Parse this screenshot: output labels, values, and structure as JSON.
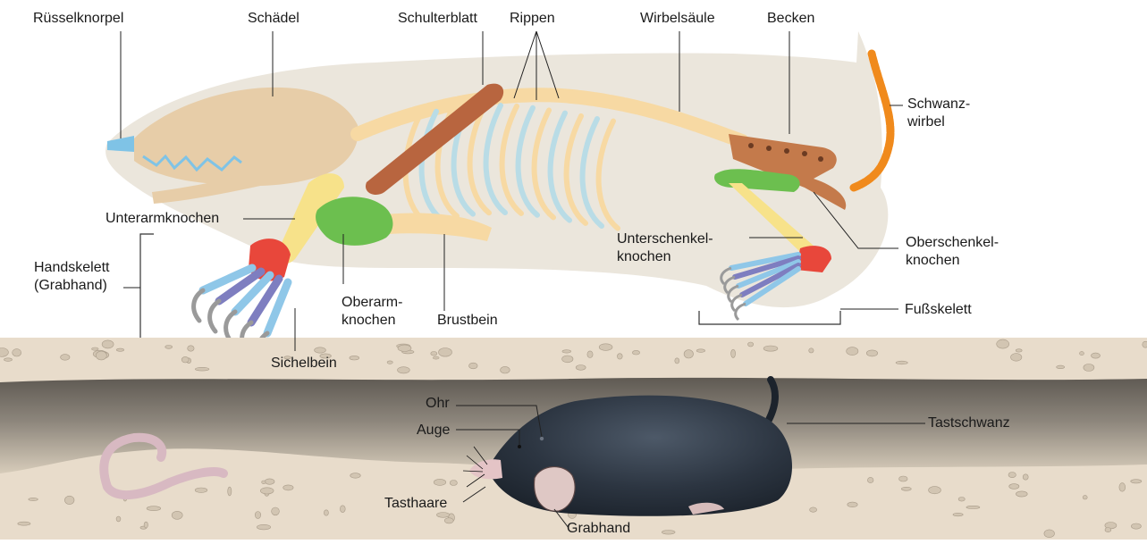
{
  "labels": {
    "ruesselknorpel": "Rüsselknorpel",
    "schaedel": "Schädel",
    "schulterblatt": "Schulterblatt",
    "rippen": "Rippen",
    "wirbelsaeule": "Wirbelsäule",
    "becken": "Becken",
    "schwanzwirbel_1": "Schwanz-",
    "schwanzwirbel_2": "wirbel",
    "unterarmknochen": "Unterarmknochen",
    "handskelett_1": "Handskelett",
    "handskelett_2": "(Grabhand)",
    "oberarm_1": "Oberarm-",
    "oberarm_2": "knochen",
    "brustbein": "Brustbein",
    "sichelbein": "Sichelbein",
    "unterschenkel_1": "Unterschenkel-",
    "unterschenkel_2": "knochen",
    "oberschenkel_1": "Oberschenkel-",
    "oberschenkel_2": "knochen",
    "fussskelett": "Fußskelett",
    "ohr": "Ohr",
    "auge": "Auge",
    "tasthaare": "Tasthaare",
    "grabhand": "Grabhand",
    "tastschwanz": "Tastschwanz"
  },
  "colors": {
    "body_silhouette": "#ebe6dc",
    "skull": "#e7cda8",
    "teeth": "#7fc3e6",
    "scapula": "#b8653f",
    "ribs": "#f7d9a3",
    "rib_cartilage": "#b9dce6",
    "spine": "#f7d9a3",
    "pelvis": "#c47a4b",
    "tail_vertebrae": "#f08a1c",
    "forearm": "#f7e28a",
    "humerus_green": "#6cbf4f",
    "carpal_red": "#e8473b",
    "metacarpal_purple": "#7e7ec0",
    "phalanx_blue": "#8fc7e8",
    "claws": "#9a9a9a",
    "soil": "#e8dccb",
    "tunnel": "#6f6a63",
    "mole": "#2b3440",
    "worm": "#d8b9c2"
  }
}
